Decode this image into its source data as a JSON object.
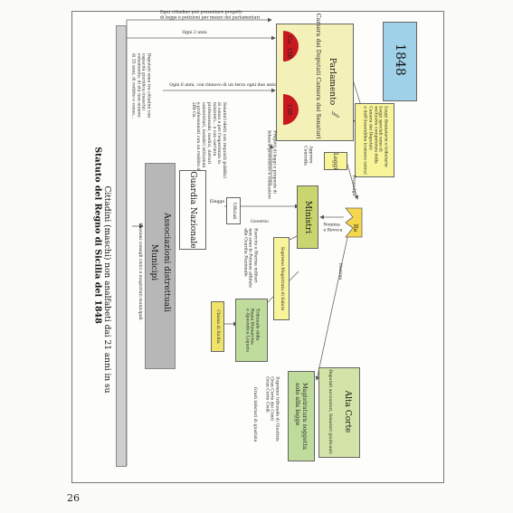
{
  "page_number": "26",
  "title": "Statuto del Regno di Sicilia del 1848",
  "year": "1848",
  "base_bar": "Cittadini (maschi) non analfabeti dai 21 anni in su",
  "associations": {
    "label_1": "Associazioni distrettuali",
    "label_2": "Municipi",
    "note": "Elezioni consigli civici e magistrati municipali"
  },
  "notes": {
    "petition": "Ogni cittadino può presentare progetti\ndi legge e petizioni per mezzo dei parlamentari",
    "every2": "Ogni 2 anni",
    "every6": "Ogni 6 anni, con rinnovo di un terzo ogni due anni",
    "deputy_req": "Deputati sono tra cittadini con\ncapacità giuridica (maschi)\ncensimento, di età non minore\ndi 25 anni, di reddito e censo...",
    "senator_req": "Senatori eletti con requisiti pubblici\ndi censo e per l'esperienza in\nministeri... e con carriera\nprofessionale, medici, dottori\nuniversitari, membri istituzioni\ne professionisti con un reddito di\n200 Oz."
  },
  "parliament": {
    "label": "Parlamento",
    "chambers": "Camera dei Deputati Camera dei Senatori",
    "deputies_count": "Ca. 150",
    "senators_count": "120"
  },
  "veto_label": "Veto",
  "leggi_note": "Leggi finanziarie e tributarie\nLeggi speciali sono di\nesclusiva competenza della\nCamera dei Deputati\ne dell'Assemblea (camera unica)",
  "promulga_label": "Promulga",
  "leggi_label": "Leggi",
  "approva_label": "Approva\nControlla",
  "progetti_label": "Progetti di leggi e proposte di\nbilancio preventivo e consuntivo",
  "ministri_label": "Ministri",
  "nomina_revoca_label": "Nomina\ne Revoca",
  "nomina_label": "Nomina",
  "re_label": "Re",
  "governo_label": "Governo",
  "guardia_label": "Guardia Nazionale",
  "eleggo_label": "Elegge",
  "ufficiali_label": "Ufficiali",
  "supremo_label": "Supremo Magistrato di Salute",
  "controllo_label": "Esercito e Marina militari\nnon sono le Potenze affidate\nalla Guardia Nazionale",
  "tribunale_label": "Tribunale della\nRegia Monarchia\ne Apostolica Legazia",
  "chiesa_label": "Chiesa di Sicilia",
  "alta_corte": {
    "title": "Alta Corte",
    "subtitle": "Deputati accusatori, Senatori giudicanti"
  },
  "magistratura": {
    "label": "Magistratura soggetta\nsolo alla legge",
    "details": "Supremo tribunale di Giustizia\nGran Corte dei Conti\nGran Corte Civili",
    "grades": "Gradi inferiori di giustizia"
  },
  "colors": {
    "parliament_fill": "#f3f0b8",
    "yellow_fill": "#f7f49a",
    "green_fill": "#d4e4a8",
    "light_green_fill": "#bfdc9c",
    "ministri_fill": "#c9d66f",
    "chiesa_fill": "#f0e36a",
    "year_fill": "#9fd1e8",
    "red_semicircle": "#c8191e",
    "grey_bar": "#b7b7b7",
    "crown_fill": "#f6d64a"
  }
}
